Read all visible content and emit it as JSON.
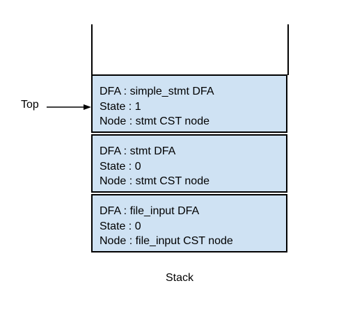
{
  "pointer": {
    "label": "Top"
  },
  "caption": "Stack",
  "frames": [
    {
      "dfa": "DFA : simple_stmt DFA",
      "state": "State : 1",
      "node": "Node : stmt CST node"
    },
    {
      "dfa": "DFA : stmt DFA",
      "state": "State : 0",
      "node": "Node : stmt CST node"
    },
    {
      "dfa": "DFA : file_input DFA",
      "state": "State : 0",
      "node": "Node : file_input CST node"
    }
  ],
  "colors": {
    "frame_fill": "#cfe2f3",
    "outline": "#000000"
  }
}
